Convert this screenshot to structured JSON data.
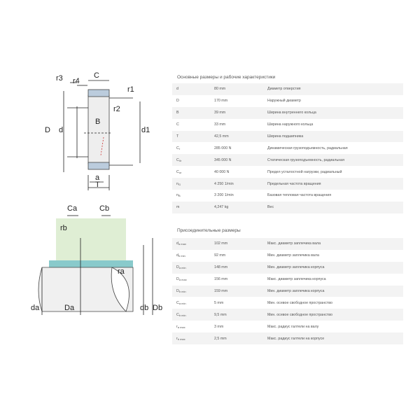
{
  "diagram_top": {
    "labels": [
      "r3",
      "r4",
      "C",
      "r1",
      "r2",
      "D",
      "d",
      "B",
      "d1",
      "a",
      "T"
    ]
  },
  "diagram_bottom": {
    "labels": [
      "Ca",
      "Cb",
      "rb",
      "ra",
      "da",
      "Da",
      "db",
      "Db"
    ]
  },
  "main_section": {
    "title": "Основные размеры и рабочие характеристики",
    "rows": [
      {
        "sym": "d",
        "sub": "",
        "value": "80 mm",
        "desc": "Диаметр отверстия"
      },
      {
        "sym": "D",
        "sub": "",
        "value": "170 mm",
        "desc": "Наружный диаметр"
      },
      {
        "sym": "B",
        "sub": "",
        "value": "39 mm",
        "desc": "Ширина внутреннего кольца"
      },
      {
        "sym": "C",
        "sub": "",
        "value": "33 mm",
        "desc": "Ширина наружного кольца"
      },
      {
        "sym": "T",
        "sub": "",
        "value": "42,5 mm",
        "desc": "Ширина подшипника"
      },
      {
        "sym": "C",
        "sub": "r",
        "value": "285 000 N",
        "desc": "Динамическая грузоподъемность, радиальная"
      },
      {
        "sym": "C",
        "sub": "0r",
        "value": "345 000 N",
        "desc": "Статическая грузоподъемность, радиальная"
      },
      {
        "sym": "C",
        "sub": "ur",
        "value": "40 000 N",
        "desc": "Предел усталостной нагрузки, радиальный"
      },
      {
        "sym": "n",
        "sub": "G",
        "value": "4 250 1/min",
        "desc": "Предельная частота вращения"
      },
      {
        "sym": "n",
        "sub": "B",
        "value": "3 200 1/min",
        "desc": "Базовая тепловая частота вращения"
      },
      {
        "sym": "m",
        "sub": "",
        "value": "4,247 kg",
        "desc": "Вес"
      }
    ]
  },
  "mount_section": {
    "title": "Присоединительные размеры",
    "rows": [
      {
        "sym": "d",
        "sub": "a max",
        "value": "102 mm",
        "desc": "Макс. диаметр заплечика вала"
      },
      {
        "sym": "d",
        "sub": "b min",
        "value": "92 mm",
        "desc": "Мин. диаметр заплечика вала"
      },
      {
        "sym": "D",
        "sub": "a min",
        "value": "148 mm",
        "desc": "Мин. диаметр заплечика корпуса"
      },
      {
        "sym": "D",
        "sub": "a max",
        "value": "156 mm",
        "desc": "Макс. диаметр заплечика корпуса"
      },
      {
        "sym": "D",
        "sub": "b min",
        "value": "159 mm",
        "desc": "Мин. диаметр заплечика корпуса"
      },
      {
        "sym": "C",
        "sub": "a min",
        "value": "5 mm",
        "desc": "Мин. осевое свободное пространство"
      },
      {
        "sym": "C",
        "sub": "b min",
        "value": "9,5 mm",
        "desc": "Мин. осевое свободное пространство"
      },
      {
        "sym": "r",
        "sub": "a max",
        "value": "3 mm",
        "desc": "Макс. радиус галтели на валу"
      },
      {
        "sym": "r",
        "sub": "b max",
        "value": "2,5 mm",
        "desc": "Макс. радиус галтели на корпусе"
      }
    ]
  },
  "colors": {
    "stripe": "#f3f3f3",
    "green": "#dfeed4",
    "teal": "#3aa6a8",
    "line": "#222222"
  }
}
